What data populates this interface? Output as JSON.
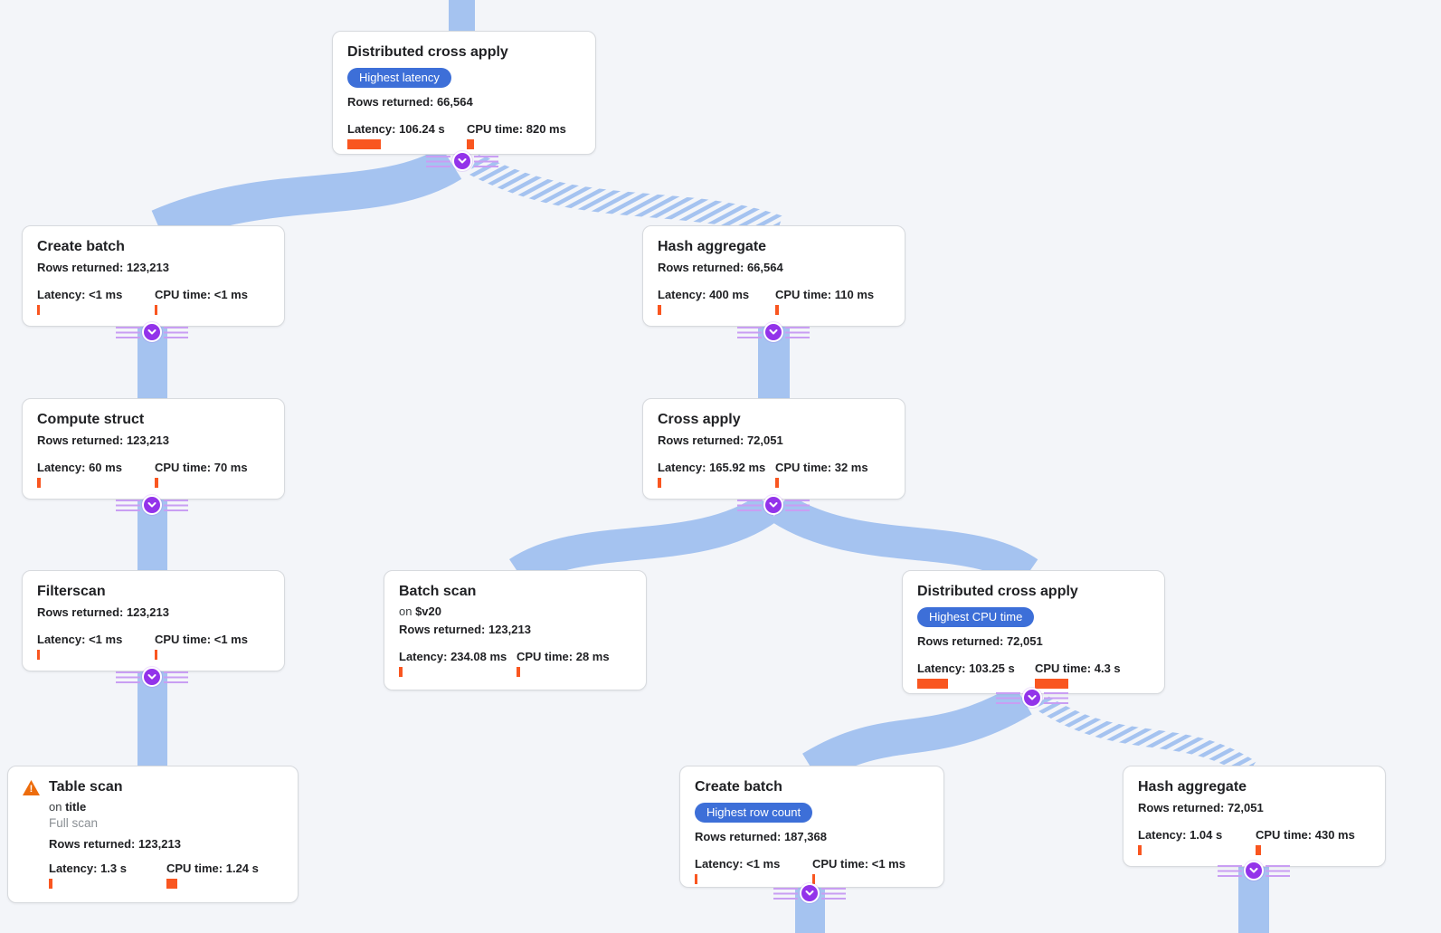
{
  "colors": {
    "page_bg": "#f3f5f9",
    "edge_blue": "#a5c3f0",
    "badge_blue": "#3d6fd8",
    "bar_orange": "#f95620",
    "connector_purple": "#9333ea",
    "connector_stripe": "#c99ef3",
    "warning_orange": "#ed6c0c"
  },
  "nodes": [
    {
      "title": "Distributed cross apply",
      "badge": "Highest latency",
      "rows": "Rows returned: 66,564",
      "latency": {
        "label": "Latency: 106.24 s",
        "bar": 37
      },
      "cpu": {
        "label": "CPU time: 820 ms",
        "bar": 8
      }
    },
    {
      "title": "Create batch",
      "rows": "Rows returned: 123,213",
      "latency": {
        "label": "Latency: <1 ms",
        "bar": 3
      },
      "cpu": {
        "label": "CPU time: <1 ms",
        "bar": 3
      }
    },
    {
      "title": "Hash aggregate",
      "rows": "Rows returned: 66,564",
      "latency": {
        "label": "Latency: 400 ms",
        "bar": 4
      },
      "cpu": {
        "label": "CPU time: 110 ms",
        "bar": 4
      }
    },
    {
      "title": "Compute struct",
      "rows": "Rows returned: 123,213",
      "latency": {
        "label": "Latency: 60 ms",
        "bar": 4
      },
      "cpu": {
        "label": "CPU time: 70 ms",
        "bar": 4
      }
    },
    {
      "title": "Cross apply",
      "rows": "Rows returned: 72,051",
      "latency": {
        "label": "Latency: 165.92 ms",
        "bar": 4
      },
      "cpu": {
        "label": "CPU time: 32 ms",
        "bar": 4
      }
    },
    {
      "title": "Filterscan",
      "rows": "Rows returned: 123,213",
      "latency": {
        "label": "Latency: <1 ms",
        "bar": 3
      },
      "cpu": {
        "label": "CPU time: <1 ms",
        "bar": 3
      }
    },
    {
      "title": "Batch scan",
      "on_prefix": "on ",
      "on_target": "$v20",
      "rows": "Rows returned: 123,213",
      "latency": {
        "label": "Latency: 234.08 ms",
        "bar": 4
      },
      "cpu": {
        "label": "CPU time: 28 ms",
        "bar": 4
      }
    },
    {
      "title": "Distributed cross apply",
      "badge": "Highest CPU time",
      "rows": "Rows returned: 72,051",
      "latency": {
        "label": "Latency: 103.25 s",
        "bar": 34
      },
      "cpu": {
        "label": "CPU time: 4.3 s",
        "bar": 37
      }
    },
    {
      "title": "Table scan",
      "on_prefix": "on ",
      "on_target": "title",
      "note": "Full scan",
      "rows": "Rows returned: 123,213",
      "latency": {
        "label": "Latency: 1.3 s",
        "bar": 4
      },
      "cpu": {
        "label": "CPU time: 1.24 s",
        "bar": 12
      }
    },
    {
      "title": "Create batch",
      "badge": "Highest row count",
      "rows": "Rows returned: 187,368",
      "latency": {
        "label": "Latency: <1 ms",
        "bar": 3
      },
      "cpu": {
        "label": "CPU time: <1 ms",
        "bar": 3
      }
    },
    {
      "title": "Hash aggregate",
      "rows": "Rows returned: 72,051",
      "latency": {
        "label": "Latency: 1.04 s",
        "bar": 4
      },
      "cpu": {
        "label": "CPU time: 430 ms",
        "bar": 6
      }
    }
  ]
}
